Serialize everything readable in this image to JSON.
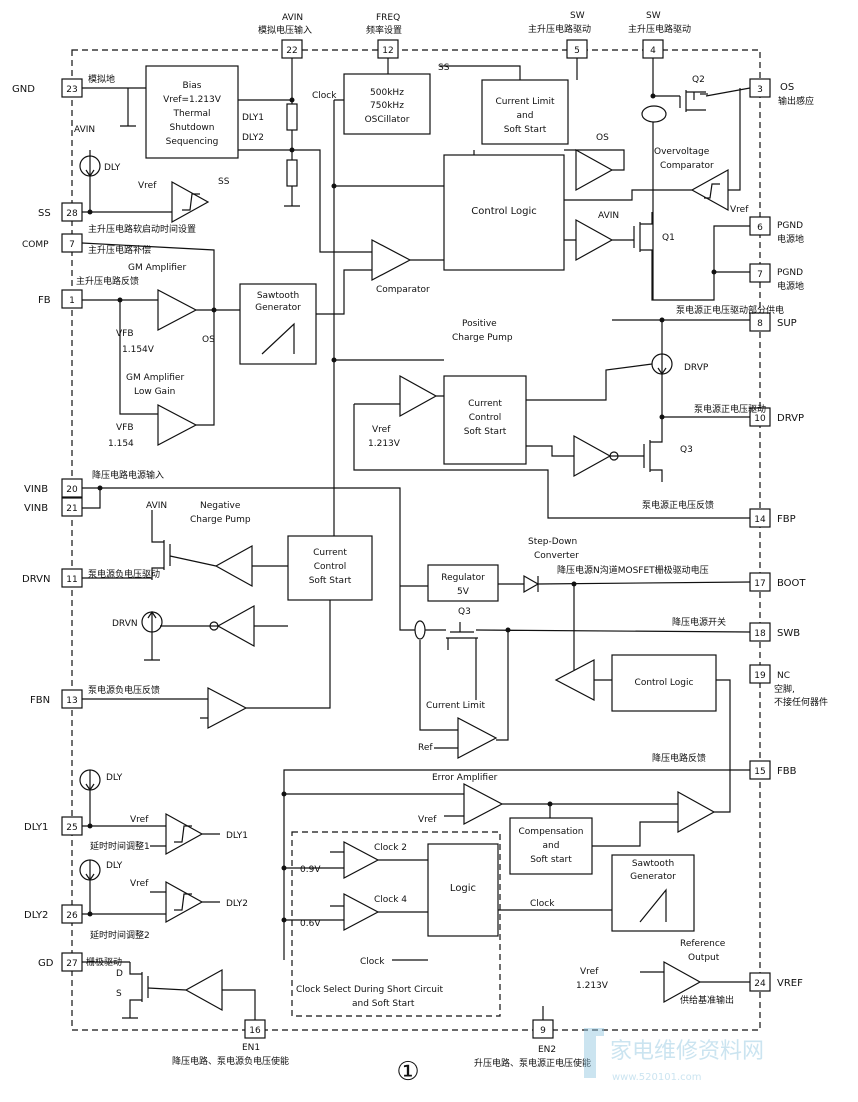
{
  "pins": {
    "p23": {
      "num": "23",
      "name": "GND",
      "cn": "模拟地"
    },
    "p28": {
      "num": "28",
      "name": "SS",
      "cn": "主升压电路软启动时间设置"
    },
    "p7a": {
      "num": "7",
      "name": "COMP",
      "cn": "主升压电路补偿"
    },
    "p1": {
      "num": "1",
      "name": "FB",
      "cn": "主升压电路反馈"
    },
    "p20": {
      "num": "20",
      "name": "VINB",
      "cn": "降压电路电源输入"
    },
    "p21": {
      "num": "21",
      "name": "VINB"
    },
    "p11": {
      "num": "11",
      "name": "DRVN",
      "cn": "泵电源负电压驱动"
    },
    "p13": {
      "num": "13",
      "name": "FBN",
      "cn": "泵电源负电压反馈"
    },
    "p25": {
      "num": "25",
      "name": "DLY1",
      "cn": "延时时间调整1"
    },
    "p26": {
      "num": "26",
      "name": "DLY2",
      "cn": "延时时间调整2"
    },
    "p27": {
      "num": "27",
      "name": "GD",
      "cn": "栅极驱动"
    },
    "p22": {
      "num": "22",
      "name": "AVIN",
      "cn": "模拟电压输入"
    },
    "p12": {
      "num": "12",
      "name": "FREQ",
      "cn": "频率设置"
    },
    "p5": {
      "num": "5",
      "name": "SW",
      "cn": "主升压电路驱动"
    },
    "p4": {
      "num": "4",
      "name": "SW",
      "cn": "主升压电路驱动"
    },
    "p3": {
      "num": "3",
      "name": "OS",
      "cn": "输出感应"
    },
    "p6": {
      "num": "6",
      "name": "PGND",
      "cn": "电源地"
    },
    "p7b": {
      "num": "7",
      "name": "PGND",
      "cn": "电源地"
    },
    "p8": {
      "num": "8",
      "name": "SUP",
      "cn": "泵电源正电压驱动部分供电"
    },
    "p10": {
      "num": "10",
      "name": "DRVP",
      "cn": "泵电源正电压驱动"
    },
    "p14": {
      "num": "14",
      "name": "FBP",
      "cn": "泵电源正电压反馈"
    },
    "p17": {
      "num": "17",
      "name": "BOOT",
      "cn": "降压电源N沟道MOSFET栅极驱动电压"
    },
    "p18": {
      "num": "18",
      "name": "SWB",
      "cn": "降压电源开关"
    },
    "p19": {
      "num": "19",
      "name": "NC",
      "cn1": "空脚,",
      "cn2": "不接任何器件"
    },
    "p15": {
      "num": "15",
      "name": "FBB",
      "cn": "降压电路反馈"
    },
    "p24": {
      "num": "24",
      "name": "VREF",
      "cn": "供给基准输出"
    },
    "p16": {
      "num": "16",
      "name": "EN1",
      "cn": "降压电路、泵电源负电压使能"
    },
    "p9": {
      "num": "9",
      "name": "EN2",
      "cn": "升压电路、泵电源正电压使能"
    }
  },
  "blocks": {
    "bias": [
      "Bias",
      "Vref=1.213V",
      "Thermal",
      "Shutdown",
      "Sequencing"
    ],
    "osc": [
      "500kHz",
      "750kHz",
      "OSCillator"
    ],
    "current_limit": [
      "Current Limit",
      "and",
      "Soft Start"
    ],
    "control_logic_top": "Control Logic",
    "sawtooth_top": [
      "Sawtooth",
      "Generator"
    ],
    "cc_pos": [
      "Current",
      "Control",
      "Soft Start"
    ],
    "cc_neg": [
      "Current",
      "Control",
      "Soft Start"
    ],
    "regulator": [
      "Regulator",
      "5V"
    ],
    "control_logic_bot": "Control Logic",
    "compensation": [
      "Compensation",
      "and",
      "Soft start"
    ],
    "sawtooth_bot": [
      "Sawtooth",
      "Generator"
    ],
    "logic": "Logic"
  },
  "labels": {
    "clock_top": "Clock",
    "ss_in": "SS",
    "dly1_sig": "DLY1",
    "dly2_sig": "DLY2",
    "avin_l": "AVIN",
    "dly_l": "DLY",
    "vref_ss": "Vref",
    "ss_out": "SS",
    "gm_amp": "GM Amplifier",
    "vfb1": "VFB",
    "vfb1_val": "1.154V",
    "os_top": "OS",
    "gm_low": "GM Amplifier",
    "low_gain": "Low Gain",
    "vfb2": "VFB",
    "vfb2_val": "1.154",
    "comparator": "Comparator",
    "os_label": "OS",
    "overvoltage": "Overvoltage",
    "ov_comparator": "Comparator",
    "vref_ov": "Vref",
    "avin_q1": "AVIN",
    "q1": "Q1",
    "q2": "Q2",
    "q3": "Q3",
    "q3b": "Q3",
    "pos_cp": "Positive",
    "charge_pump": "Charge Pump",
    "vref_cp": "Vref",
    "vref_cp_val": "1.213V",
    "drvp_src": "DRVP",
    "neg_cp": "Negative",
    "neg_cp2": "Charge Pump",
    "avin_n": "AVIN",
    "drvn_src": "DRVN",
    "step_down": "Step-Down",
    "converter": "Converter",
    "current_limit_b": "Current Limit",
    "ref": "Ref",
    "error_amp": "Error Amplifier",
    "vref_ea": "Vref",
    "dly_1": "DLY",
    "vref_d1": "Vref",
    "dly1_out": "DLY1",
    "dly_2": "DLY",
    "vref_d2": "Vref",
    "dly2_out": "DLY2",
    "clock2": "Clock 2",
    "clock4": "Clock 4",
    "v09": "0.9V",
    "v06": "0.6V",
    "clock_in": "Clock",
    "clock_b": "Clock",
    "clock_select": "Clock Select During Short Circuit",
    "soft_start": "and Soft Start",
    "ref_output": "Reference",
    "ref_output2": "Output",
    "vref_24": "Vref",
    "vref_24_val": "1.213V",
    "gd_d": "D",
    "gd_s": "S",
    "figure": "①",
    "watermark": "家电维修资料网",
    "watermark_url": "www.520101.com"
  }
}
